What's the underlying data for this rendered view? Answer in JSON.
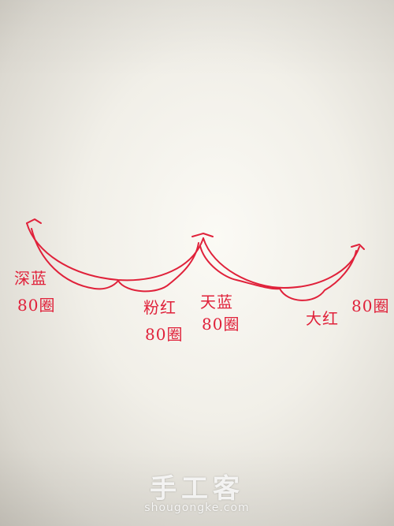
{
  "sketch": {
    "ink_color": "#e0213a",
    "labels": [
      {
        "id": "dark-blue",
        "line1": "深蓝",
        "line2": "80圈"
      },
      {
        "id": "pink",
        "line1": "粉红",
        "line2": "80圈"
      },
      {
        "id": "sky-blue",
        "line1": "天蓝",
        "line2": "80圈"
      },
      {
        "id": "red",
        "line1": "大红",
        "line2": "80圈"
      }
    ]
  },
  "watermark": {
    "title": "手工客",
    "url": "shougongke.com"
  }
}
